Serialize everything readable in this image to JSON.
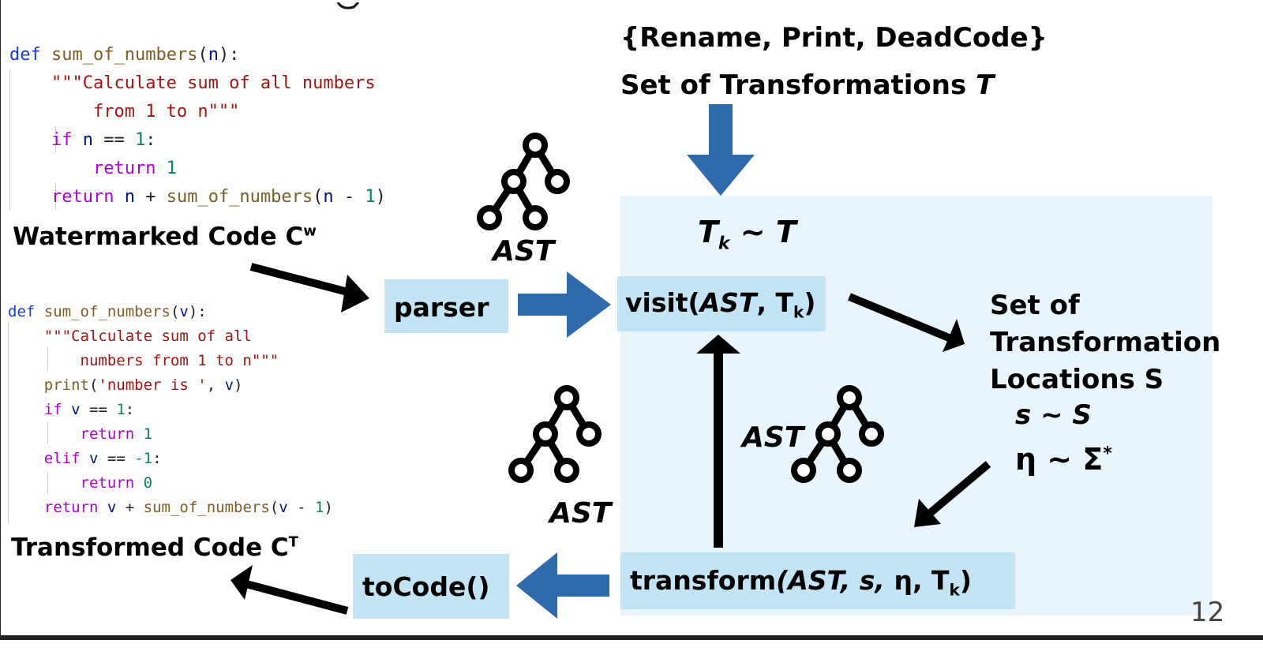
{
  "colors": {
    "box_fill": "#c3e4f5",
    "panel_fill": "#e9f5fc",
    "blue_arrow": "#2f6aad",
    "code_keyword": "#1a3bd1",
    "code_string": "#a31515",
    "code_number": "#098658",
    "code_function": "#795e26",
    "code_control": "#af00db",
    "code_variable": "#001080"
  },
  "original_code": {
    "lines": [
      [
        {
          "t": "def",
          "c": "kw"
        },
        {
          "t": " ",
          "c": "pl"
        },
        {
          "t": "sum_of_numbers",
          "c": "fn"
        },
        {
          "t": "(",
          "c": "pl"
        },
        {
          "t": "n",
          "c": "var"
        },
        {
          "t": "):",
          "c": "pl"
        }
      ],
      [
        {
          "t": "    ",
          "c": "pl"
        },
        {
          "t": "\"\"\"Calculate sum of all numbers",
          "c": "str"
        }
      ],
      [
        {
          "t": "        ",
          "c": "pl"
        },
        {
          "t": "from 1 to n\"\"\"",
          "c": "str"
        }
      ],
      [
        {
          "t": "    ",
          "c": "pl"
        },
        {
          "t": "if",
          "c": "ctl"
        },
        {
          "t": " ",
          "c": "pl"
        },
        {
          "t": "n",
          "c": "var"
        },
        {
          "t": " == ",
          "c": "pl"
        },
        {
          "t": "1",
          "c": "num"
        },
        {
          "t": ":",
          "c": "pl"
        }
      ],
      [
        {
          "t": "        ",
          "c": "pl"
        },
        {
          "t": "return",
          "c": "ctl"
        },
        {
          "t": " ",
          "c": "pl"
        },
        {
          "t": "1",
          "c": "num"
        }
      ],
      [
        {
          "t": "    ",
          "c": "pl"
        },
        {
          "t": "return",
          "c": "ctl"
        },
        {
          "t": " ",
          "c": "pl"
        },
        {
          "t": "n",
          "c": "var"
        },
        {
          "t": " + ",
          "c": "pl"
        },
        {
          "t": "sum_of_numbers",
          "c": "fn"
        },
        {
          "t": "(",
          "c": "pl"
        },
        {
          "t": "n",
          "c": "var"
        },
        {
          "t": " - ",
          "c": "pl"
        },
        {
          "t": "1",
          "c": "num"
        },
        {
          "t": ")",
          "c": "pl"
        }
      ]
    ]
  },
  "transformed_code": {
    "lines": [
      [
        {
          "t": "def",
          "c": "kw"
        },
        {
          "t": " ",
          "c": "pl"
        },
        {
          "t": "sum_of_numbers",
          "c": "fn"
        },
        {
          "t": "(",
          "c": "pl"
        },
        {
          "t": "v",
          "c": "var"
        },
        {
          "t": "):",
          "c": "pl"
        }
      ],
      [
        {
          "t": "    ",
          "c": "pl"
        },
        {
          "t": "\"\"\"Calculate sum of all",
          "c": "str"
        }
      ],
      [
        {
          "t": "        ",
          "c": "pl"
        },
        {
          "t": "numbers from 1 to n\"\"\"",
          "c": "str"
        }
      ],
      [
        {
          "t": "    ",
          "c": "pl"
        },
        {
          "t": "print",
          "c": "fn"
        },
        {
          "t": "(",
          "c": "pl"
        },
        {
          "t": "'number is '",
          "c": "str"
        },
        {
          "t": ", ",
          "c": "pl"
        },
        {
          "t": "v",
          "c": "var"
        },
        {
          "t": ")",
          "c": "pl"
        }
      ],
      [
        {
          "t": "    ",
          "c": "pl"
        },
        {
          "t": "if",
          "c": "ctl"
        },
        {
          "t": " ",
          "c": "pl"
        },
        {
          "t": "v",
          "c": "var"
        },
        {
          "t": " == ",
          "c": "pl"
        },
        {
          "t": "1",
          "c": "num"
        },
        {
          "t": ":",
          "c": "pl"
        }
      ],
      [
        {
          "t": "        ",
          "c": "pl"
        },
        {
          "t": "return",
          "c": "ctl"
        },
        {
          "t": " ",
          "c": "pl"
        },
        {
          "t": "1",
          "c": "num"
        }
      ],
      [
        {
          "t": "    ",
          "c": "pl"
        },
        {
          "t": "elif",
          "c": "ctl"
        },
        {
          "t": " ",
          "c": "pl"
        },
        {
          "t": "v",
          "c": "var"
        },
        {
          "t": " == ",
          "c": "pl"
        },
        {
          "t": "-1",
          "c": "num"
        },
        {
          "t": ":",
          "c": "pl"
        }
      ],
      [
        {
          "t": "        ",
          "c": "pl"
        },
        {
          "t": "return",
          "c": "ctl"
        },
        {
          "t": " ",
          "c": "pl"
        },
        {
          "t": "0",
          "c": "num"
        }
      ],
      [
        {
          "t": "    ",
          "c": "pl"
        },
        {
          "t": "return",
          "c": "ctl"
        },
        {
          "t": " ",
          "c": "pl"
        },
        {
          "t": "v",
          "c": "var"
        },
        {
          "t": " + ",
          "c": "pl"
        },
        {
          "t": "sum_of_numbers",
          "c": "fn"
        },
        {
          "t": "(",
          "c": "pl"
        },
        {
          "t": "v",
          "c": "var"
        },
        {
          "t": " - ",
          "c": "pl"
        },
        {
          "t": "1",
          "c": "num"
        },
        {
          "t": ")",
          "c": "pl"
        }
      ]
    ]
  },
  "labels": {
    "watermarked_code": "Watermarked Code C",
    "watermarked_sup": "w",
    "transformed_code": "Transformed Code C",
    "transformed_sup": "T",
    "transform_set": "{Rename, Print, DeadCode}",
    "transform_set_title_prefix": "Set of Transformations ",
    "transform_set_title_var": "T",
    "sampled_transform": "T",
    "sampled_transform_sub": "k",
    "sampled_transform_rest": " ~ T",
    "locations_title": "Set of\nTransformation\nLocations S",
    "location_sample": "s ~ S",
    "eta_sample": "η ~ Σ",
    "eta_sup": "*",
    "ast": "AST",
    "page_number": "12"
  },
  "boxes": {
    "parser": "parser",
    "visit_prefix": "visit(",
    "visit_ast": "AST",
    "visit_mid": ", T",
    "visit_sub": "k",
    "visit_suffix": ")",
    "transform_prefix": "transform",
    "transform_args": "(AST, s, ",
    "transform_eta": "η",
    "transform_mid": ", T",
    "transform_sub": "k",
    "transform_suffix": ")",
    "tocode": "toCode()"
  },
  "icons": [
    "ast-tree-icon"
  ]
}
